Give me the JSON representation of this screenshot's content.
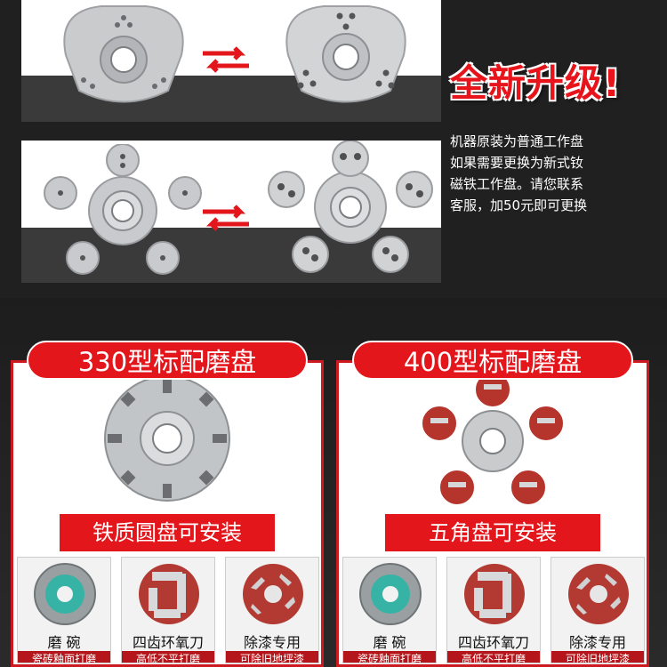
{
  "hero": {
    "headline": "全新升级!",
    "desc_lines": [
      "机器原装为普通工作盘",
      "如果需要更换为新式钕",
      "磁铁工作盘。请您联系",
      "客服，加50元即可更换"
    ]
  },
  "products": [
    {
      "title": "330型标配磨盘",
      "install_label": "铁质圆盘可安装",
      "accessories": [
        {
          "label": "磨 碗",
          "sub": "瓷砖釉面打磨"
        },
        {
          "label": "四齿环氧刀",
          "sub": "高低不平打磨"
        },
        {
          "label": "除漆专用",
          "sub": "可除旧地坪漆"
        }
      ]
    },
    {
      "title": "400型标配磨盘",
      "install_label": "五角盘可安装",
      "accessories": [
        {
          "label": "磨 碗",
          "sub": "瓷砖釉面打磨"
        },
        {
          "label": "四齿环氧刀",
          "sub": "高低不平打磨"
        },
        {
          "label": "除漆专用",
          "sub": "可除旧地坪漆"
        }
      ]
    }
  ],
  "colors": {
    "accent": "#e3161c",
    "dark": "#202020"
  }
}
